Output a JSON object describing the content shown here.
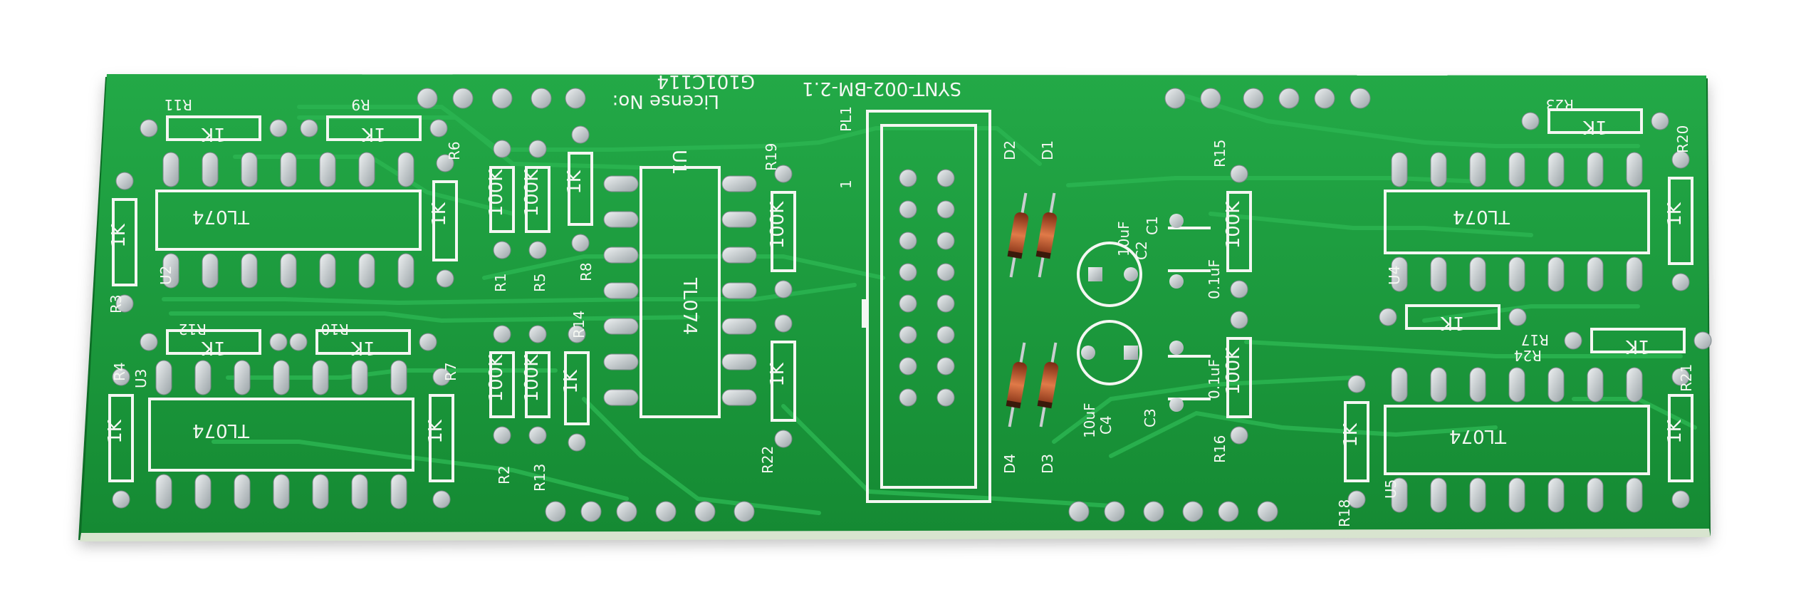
{
  "board": {
    "title": "SYNT-002-BM-2.1",
    "license_label": "License No:",
    "license_number": "G101C114",
    "colors": {
      "pcb_green": "#1a9a3c",
      "silkscreen": "#f4f7f2",
      "pad_silver": "#c9ced0",
      "background": "#ffffff"
    },
    "chips": [
      {
        "ref": "U2",
        "part": "TL074"
      },
      {
        "ref": "U3",
        "part": "TL074"
      },
      {
        "ref": "U1",
        "part": "TL074"
      },
      {
        "ref": "U4",
        "part": "TL074"
      },
      {
        "ref": "U5",
        "part": "TL074"
      }
    ],
    "resistors": [
      {
        "ref": "R11",
        "value": "1K"
      },
      {
        "ref": "R9",
        "value": "1K"
      },
      {
        "ref": "R3",
        "value": "1K"
      },
      {
        "ref": "R6",
        "value": "1K"
      },
      {
        "ref": "R1",
        "value": "100K"
      },
      {
        "ref": "R5",
        "value": "100K"
      },
      {
        "ref": "R8",
        "value": "1K"
      },
      {
        "ref": "R12",
        "value": "1K"
      },
      {
        "ref": "R10",
        "value": "1K"
      },
      {
        "ref": "R4",
        "value": "1K"
      },
      {
        "ref": "R7",
        "value": "1K"
      },
      {
        "ref": "R2",
        "value": "100K"
      },
      {
        "ref": "R13",
        "value": "100K"
      },
      {
        "ref": "R14",
        "value": "1K"
      },
      {
        "ref": "R19",
        "value": "100K"
      },
      {
        "ref": "R22",
        "value": "1K"
      },
      {
        "ref": "R15",
        "value": "100K"
      },
      {
        "ref": "R16",
        "value": "100K"
      },
      {
        "ref": "R23",
        "value": "1K"
      },
      {
        "ref": "R20",
        "value": "1K"
      },
      {
        "ref": "R17",
        "value": "1K"
      },
      {
        "ref": "R24",
        "value": "1K"
      },
      {
        "ref": "R21",
        "value": "1K"
      },
      {
        "ref": "R18",
        "value": "1K"
      }
    ],
    "capacitors": [
      {
        "ref": "C1",
        "value": "0.1uF"
      },
      {
        "ref": "C2",
        "value": "10uF"
      },
      {
        "ref": "C3",
        "value": "0.1uF"
      },
      {
        "ref": "C4",
        "value": "10uF"
      }
    ],
    "diodes": [
      "D1",
      "D2",
      "D3",
      "D4"
    ],
    "connector": {
      "ref": "PL1",
      "pin1": "1"
    }
  }
}
